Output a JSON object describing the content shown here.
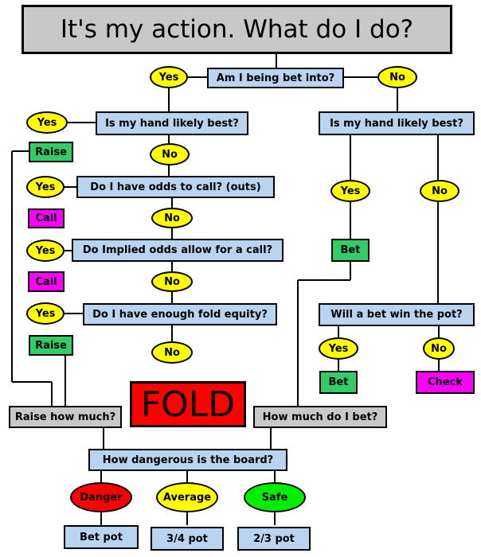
{
  "title": "It's my action.  What do I do?",
  "questions": {
    "bet_into": "Am I being bet into?",
    "hand_best_left": "Is my hand likely best?",
    "hand_best_right": "Is my hand likely best?",
    "odds_to_call": "Do I have odds to call? (outs)",
    "implied_odds": "Do Implied odds allow for a call?",
    "fold_equity": "Do I have enough fold equity?",
    "bet_win_pot": "Will a bet win the pot?",
    "raise_how_much": "Raise how much?",
    "bet_how_much": "How much do I bet?",
    "board": "How dangerous is the board?"
  },
  "labels": {
    "yes": "Yes",
    "no": "No"
  },
  "actions": {
    "raise": "Raise",
    "call": "Call",
    "bet": "Bet",
    "check": "Check",
    "fold": "FOLD"
  },
  "board_levels": {
    "danger": "Danger",
    "average": "Average",
    "safe": "Safe"
  },
  "results": {
    "danger": "Bet pot",
    "average": "3/4 pot",
    "safe": "2/3 pot"
  },
  "colors": {
    "question": "#b9d4f1",
    "yes_no": "#ffff00",
    "raise_bet": "#33cc66",
    "call_check": "#ff00ff",
    "fold": "#ff0000",
    "danger": "#ff0000",
    "safe": "#00ee00",
    "neutral": "#c8c8c8"
  }
}
